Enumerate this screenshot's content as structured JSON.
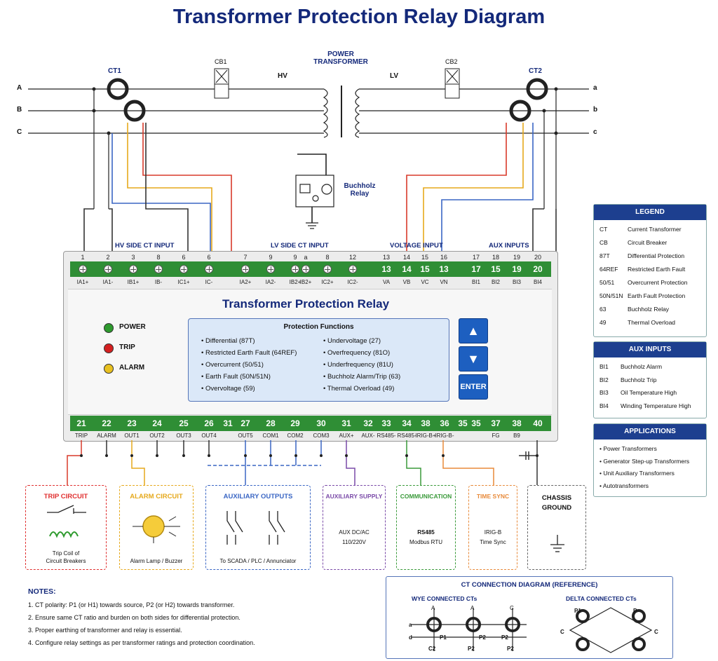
{
  "title": "Transformer Protection Relay Diagram",
  "power_line": {
    "phases_left": [
      "A",
      "B",
      "C"
    ],
    "phases_right": [
      "a",
      "b",
      "c"
    ],
    "ct1": "CT1",
    "ct2": "CT2",
    "cb1": "CB1",
    "cb2": "CB2",
    "hv": "HV",
    "lv": "LV",
    "transformer_line1": "POWER",
    "transformer_line2": "TRANSFORMER",
    "buchholz_line1": "Buchholz",
    "buchholz_line2": "Relay"
  },
  "groups": {
    "hv_ct": "HV SIDE CT INPUT",
    "lv_ct": "LV SIDE CT INPUT",
    "voltage": "VOLTAGE INPUT",
    "aux": "AUX INPUTS"
  },
  "top_terminals": [
    {
      "num": "1",
      "label": "IA1+",
      "badge": ""
    },
    {
      "num": "2",
      "label": "IA1-",
      "badge": ""
    },
    {
      "num": "3",
      "label": "IB1+",
      "badge": ""
    },
    {
      "num": "8",
      "label": "IB-",
      "badge": ""
    },
    {
      "num": "6",
      "label": "IC1+",
      "badge": ""
    },
    {
      "num": "6",
      "label": "IC-",
      "badge": ""
    },
    {
      "num": "7",
      "label": "IA2+",
      "badge": ""
    },
    {
      "num": "9",
      "label": "IA2-",
      "badge": ""
    },
    {
      "num": "9",
      "label": "IB2+",
      "badge": ""
    },
    {
      "num": "a",
      "label": "IB2+",
      "badge": ""
    },
    {
      "num": "8",
      "label": "IC2+",
      "badge": ""
    },
    {
      "num": "12",
      "label": "IC2-",
      "badge": ""
    },
    {
      "num": "13",
      "label": "VA",
      "badge": "13"
    },
    {
      "num": "14",
      "label": "VB",
      "badge": "14"
    },
    {
      "num": "15",
      "label": "VC",
      "badge": "15"
    },
    {
      "num": "16",
      "label": "VN",
      "badge": "13"
    },
    {
      "num": "17",
      "label": "BI1",
      "badge": "17"
    },
    {
      "num": "18",
      "label": "BI2",
      "badge": "15"
    },
    {
      "num": "19",
      "label": "BI3",
      "badge": "19"
    },
    {
      "num": "20",
      "label": "BI4",
      "badge": "20"
    }
  ],
  "bottom_terminals": [
    {
      "num": "21",
      "label": "TRIP"
    },
    {
      "num": "22",
      "label": "ALARM"
    },
    {
      "num": "23",
      "label": "OUT1"
    },
    {
      "num": "24",
      "label": "OUT2"
    },
    {
      "num": "25",
      "label": "OUT3"
    },
    {
      "num": "26",
      "label": "OUT4"
    },
    {
      "num": "31",
      "label": ""
    },
    {
      "num": "27",
      "label": "OUT5"
    },
    {
      "num": "28",
      "label": "COM1"
    },
    {
      "num": "29",
      "label": "COM2"
    },
    {
      "num": "30",
      "label": "COM3"
    },
    {
      "num": "31",
      "label": "AUX+"
    },
    {
      "num": "32",
      "label": "AUX-"
    },
    {
      "num": "33",
      "label": "RS485-"
    },
    {
      "num": "34",
      "label": "RS485-"
    },
    {
      "num": "38",
      "label": "IRIG-B+"
    },
    {
      "num": "36",
      "label": "IRIG-B-"
    },
    {
      "num": "35",
      "label": ""
    },
    {
      "num": "35",
      "label": ""
    },
    {
      "num": "37",
      "label": "FG"
    },
    {
      "num": "38",
      "label": "B9"
    },
    {
      "num": "40",
      "label": ""
    }
  ],
  "relay": {
    "title": "Transformer Protection Relay",
    "leds": [
      {
        "label": "POWER",
        "color": "#2e9a2e"
      },
      {
        "label": "TRIP",
        "color": "#d42020"
      },
      {
        "label": "ALARM",
        "color": "#e8c020"
      }
    ],
    "functions_title": "Protection Functions",
    "functions_left": [
      "Differential (87T)",
      "Restricted Earth Fault (64REF)",
      "Overcurrent (50/51)",
      "Earth Fault (50N/51N)",
      "Overvoltage (59)"
    ],
    "functions_right": [
      "Undervoltage (27)",
      "Overfrequency (81O)",
      "Underfrequency (81U)",
      "Buchholz Alarm/Trip (63)",
      "Thermal Overload (49)"
    ],
    "up_icon": "▲",
    "down_icon": "▼",
    "enter": "ENTER"
  },
  "output_boxes": [
    {
      "title": "TRIP CIRCUIT",
      "sub1": "Trip Coil of",
      "sub2": "Circuit Breakers",
      "color": "#e03030"
    },
    {
      "title": "ALARM CIRCUIT",
      "sub1": "Alarm Lamp / Buzzer",
      "sub2": "",
      "color": "#e6a91c"
    },
    {
      "title": "AUXILIARY OUTPUTS",
      "sub1": "To SCADA / PLC / Annunciator",
      "sub2": "",
      "color": "#3a66c4"
    },
    {
      "title": "AUXILIARY SUPPLY",
      "sub1": "AUX DC/AC",
      "sub2": "110/220V",
      "color": "#7a4aa8"
    },
    {
      "title": "COMMUNICATION",
      "sub1": "RS485",
      "sub2": "Modbus RTU",
      "color": "#3a9a3a"
    },
    {
      "title": "TIME SYNC",
      "sub1": "IRIG-B",
      "sub2": "Time Sync",
      "color": "#e88a3a"
    },
    {
      "title": "CHASSIS",
      "sub1": "GROUND",
      "sub2": "",
      "color": "#666666"
    }
  ],
  "legend": {
    "title": "LEGEND",
    "rows": [
      {
        "k": "CT",
        "v": "Current Transformer"
      },
      {
        "k": "CB",
        "v": "Circuit Breaker"
      },
      {
        "k": "87T",
        "v": "Differential Protection"
      },
      {
        "k": "64REF",
        "v": "Restricted Earth Fault"
      },
      {
        "k": "50/51",
        "v": "Overcurrent Protection"
      },
      {
        "k": "50N/51N",
        "v": "Earth Fault Protection"
      },
      {
        "k": "63",
        "v": "Buchholz Relay"
      },
      {
        "k": "49",
        "v": "Thermal Overload"
      }
    ]
  },
  "aux_panel": {
    "title": "AUX INPUTS",
    "rows": [
      {
        "k": "BI1",
        "v": "Buchholz Alarm"
      },
      {
        "k": "BI2",
        "v": "Buchholz Trip"
      },
      {
        "k": "BI3",
        "v": "Oil Temperature High"
      },
      {
        "k": "BI4",
        "v": "Winding Temperature High"
      }
    ]
  },
  "applications": {
    "title": "APPLICATIONS",
    "items": [
      "Power Transformers",
      "Generator Step-up Transformers",
      "Unit Auxiliary Transformers",
      "Autotransformers"
    ]
  },
  "notes": {
    "title": "NOTES:",
    "items": [
      "1. CT polarity: P1 (or H1) towards source, P2 (or H2) towards transformer.",
      "2. Ensure same CT ratio and burden on both sides for differential protection.",
      "3. Proper earthing of transformer and relay is essential.",
      "4. Configure relay settings as per transformer ratings and protection coordination."
    ]
  },
  "ct_diagram": {
    "title": "CT CONNECTION DIAGRAM (REFERENCE)",
    "wye": "WYE CONNECTED CTs",
    "delta": "DELTA CONNECTED CTs",
    "wye_tops": [
      "A",
      "A",
      "C"
    ],
    "wye_bottoms": [
      "P2",
      "P2",
      "P2"
    ],
    "wye_mid": [
      "P1",
      "P2"
    ],
    "wye_side": [
      "a",
      "d"
    ],
    "wye_c2": "C2",
    "delta_corner": [
      "P1",
      "P",
      "C",
      "C"
    ]
  },
  "colors": {
    "navy": "#14297a",
    "terminal_green": "#2f8e35",
    "wire_red": "#d83a2a",
    "wire_yellow": "#e6a91c",
    "wire_blue": "#3a66c4",
    "wire_black": "#333333"
  }
}
